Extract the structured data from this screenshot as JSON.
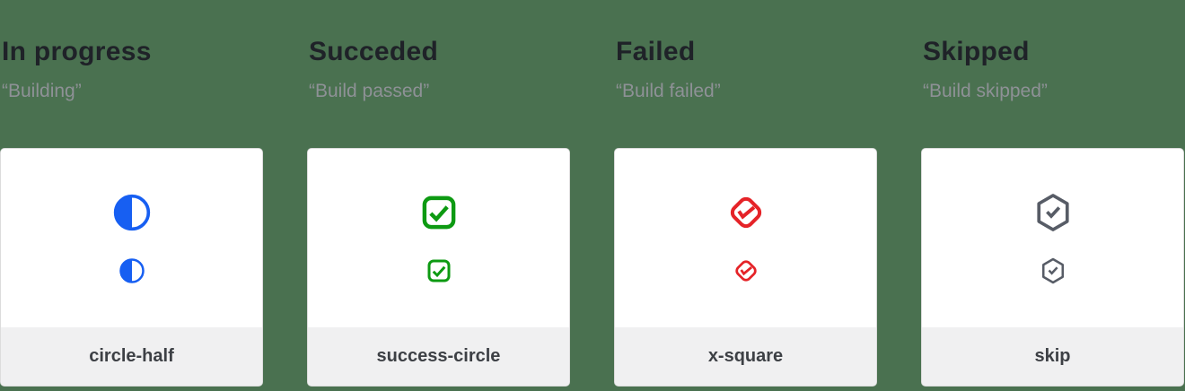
{
  "page": {
    "background_color": "#4a7150"
  },
  "columns": [
    {
      "title": "In progress",
      "subtitle": "“Building”",
      "icon": "circle-half-icon",
      "icon_color": "#175ff2",
      "label": "circle-half"
    },
    {
      "title": "Succeded",
      "subtitle": "“Build passed”",
      "icon": "check-square-icon",
      "icon_color": "#0d9a12",
      "label": "success-circle"
    },
    {
      "title": "Failed",
      "subtitle": "“Build failed”",
      "icon": "check-diamond-icon",
      "icon_color": "#e52328",
      "label": "x-square"
    },
    {
      "title": "Skipped",
      "subtitle": "“Build skipped”",
      "icon": "check-hexagon-icon",
      "icon_color": "#575c66",
      "label": "skip"
    }
  ]
}
